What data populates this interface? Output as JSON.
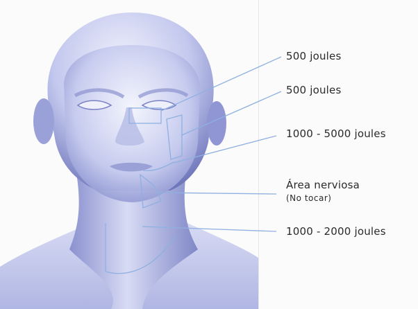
{
  "annotations": [
    {
      "id": "lbl-500-a",
      "text": "500 joules"
    },
    {
      "id": "lbl-500-b",
      "text": "500 joules"
    },
    {
      "id": "lbl-1000-5000",
      "text": "1000 - 5000 joules"
    },
    {
      "id": "lbl-nerve",
      "text": "Área nerviosa",
      "sub": "(No tocar)"
    },
    {
      "id": "lbl-1000-2000",
      "text": "1000 - 2000 joules"
    }
  ],
  "colors": {
    "skin_light": "#e8eaf6",
    "skin_mid": "#b9bfe8",
    "skin_dark": "#7c84c6",
    "leader_line": "#8fb0e0"
  },
  "icons": [
    "head-3d-illustration"
  ]
}
